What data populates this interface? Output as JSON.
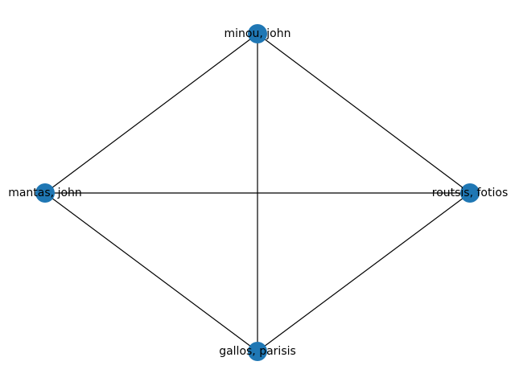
{
  "graph": {
    "node_color": "#1f77b4",
    "edge_color": "#000000",
    "nodes": [
      {
        "id": "minou",
        "label": "minou, john"
      },
      {
        "id": "mantas",
        "label": "mantas, john"
      },
      {
        "id": "routsis",
        "label": "routsis, fotios"
      },
      {
        "id": "gallos",
        "label": "gallos, parisis"
      }
    ],
    "edges": [
      [
        "minou",
        "mantas"
      ],
      [
        "minou",
        "routsis"
      ],
      [
        "minou",
        "gallos"
      ],
      [
        "mantas",
        "routsis"
      ],
      [
        "mantas",
        "gallos"
      ],
      [
        "routsis",
        "gallos"
      ]
    ]
  }
}
